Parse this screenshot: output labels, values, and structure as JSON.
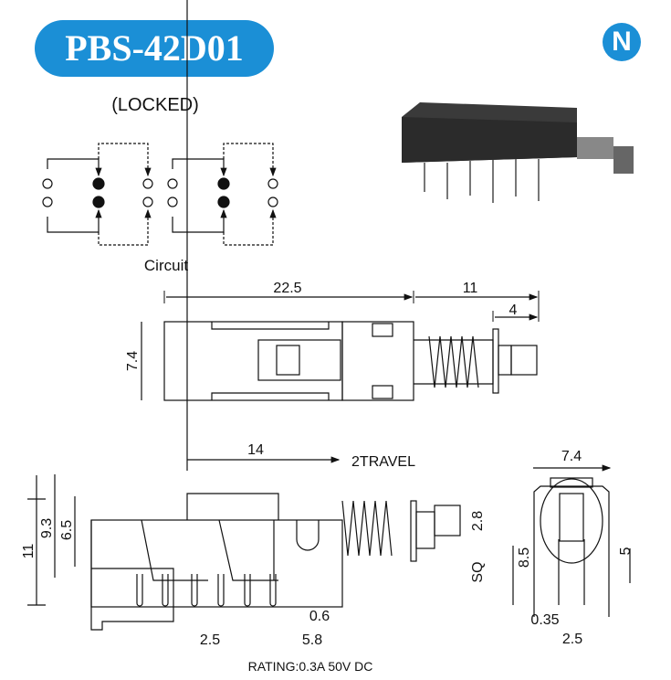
{
  "title": "PBS-42D01",
  "logo_letter": "N",
  "subtitle": "(LOCKED)",
  "circuit_label": "Circuit",
  "top_view": {
    "length": "22.5",
    "plunger": "11",
    "button": "4",
    "height": "7.4"
  },
  "side_view": {
    "body_length": "14",
    "travel": "2TRAVEL",
    "h11": "11",
    "h93": "9.3",
    "h65": "6.5",
    "pin_width": "0.6",
    "pitch": "2.5",
    "pin_span": "5.8",
    "button_sq": "SQ",
    "button_size": "2.8"
  },
  "end_view": {
    "width": "7.4",
    "h85": "8.5",
    "h5": "5",
    "gap": "0.35",
    "pitch": "2.5"
  },
  "rating": "RATING:0.3A 50V DC",
  "colors": {
    "brand": "#1b8fd6",
    "line": "#111111"
  }
}
